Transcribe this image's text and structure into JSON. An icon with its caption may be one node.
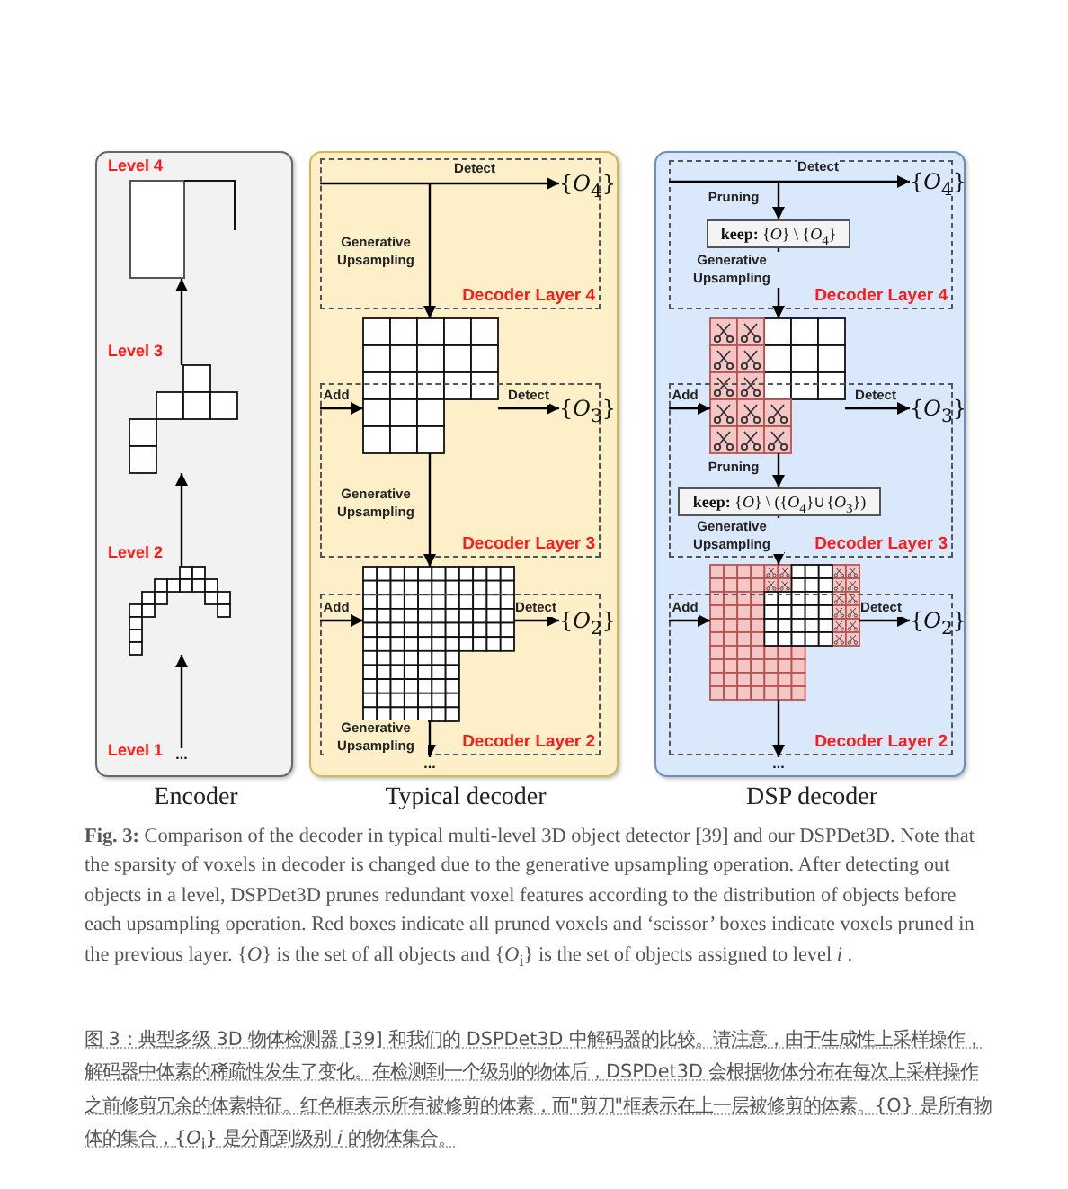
{
  "diagram": {
    "caption": "**Fig. 3:** Comparison of the decoder in typical multi-level 3D object detector [39] and our DSPDet3D. Note that the sparsity of voxels in decoder is changed due to the generative upsampling operation. After detecting out objects in a level, DSPDet3D prunes redundant voxel features according to the distribution of objects before each upsampling operation. Red boxes indicate all pruned voxels and ‘scissor’ boxes indicate voxels pruned in the previous layer. {*O*} is the set of all objects and {*O*$_{i}$} is the set of objects assigned to level *i* .",
    "nodes": [
      {
        "text": [
          "Encoder"
        ]
      },
      {
        "text": [
          "..."
        ],
        "in": 0,
        "beside": [
          "Level 1"
        ]
      },
      {
        "text": [],
        "shape": "picture",
        "in": 0,
        "beside": [
          "Level 2"
        ]
      },
      {
        "text": [],
        "shape": "picture",
        "in": 0,
        "beside": [
          "Level 3"
        ]
      },
      {
        "text": [],
        "shape": "box",
        "in": 0,
        "beside": [
          "Level 4"
        ]
      },
      {
        "text": [
          "Typical decoder"
        ]
      },
      {
        "text": [
          "Decoder Layer 4"
        ],
        "in": 5
      },
      {
        "text": [
          "{*O*$_{4}$}"
        ],
        "in": 6
      },
      {
        "text": [],
        "shape": "picture",
        "in": 5
      },
      {
        "text": [
          "Decoder Layer 3"
        ],
        "in": 5
      },
      {
        "text": [
          "{*O*$_{3}$}"
        ],
        "in": 9
      },
      {
        "text": [],
        "shape": "picture",
        "in": 5
      },
      {
        "text": [
          "Decoder Layer 2"
        ],
        "in": 5
      },
      {
        "text": [
          "{*O*$_{2}$}"
        ],
        "in": 12
      },
      {
        "text": [
          "..."
        ],
        "in": 5
      },
      {
        "text": [
          "DSP decoder"
        ]
      },
      {
        "text": [
          "Decoder Layer 4"
        ],
        "in": 15
      },
      {
        "text": [
          "{*O*$_{4}$}"
        ],
        "in": 16
      },
      {
        "text": [
          "**keep:** {*O*} \\ {*O*$_{4}$}"
        ],
        "in": 16
      },
      {
        "text": [],
        "shape": "picture",
        "in": 15
      },
      {
        "text": [
          "Decoder Layer 3"
        ],
        "in": 15
      },
      {
        "text": [
          "{*O*$_{3}$}"
        ],
        "in": 20
      },
      {
        "text": [
          "**keep:** {*O*} \\ ({*O*$_{4}$}∪{*O*$_{3}$})"
        ],
        "in": 20
      },
      {
        "text": [],
        "shape": "picture",
        "in": 15
      },
      {
        "text": [
          "Decoder Layer 2"
        ],
        "in": 15
      },
      {
        "text": [
          "{*O*$_{2}$}"
        ],
        "in": 24
      },
      {
        "text": [
          "..."
        ],
        "in": 15
      }
    ],
    "edges": [
      {
        "from": 1,
        "to": 2,
        "arrow": "to"
      },
      {
        "from": 2,
        "to": 3,
        "arrow": "to"
      },
      {
        "from": 3,
        "to": 4,
        "arrow": "to"
      },
      {
        "from": null,
        "to": 7,
        "arrow": "to",
        "label": "Detect"
      },
      {
        "from": null,
        "to": 8,
        "arrow": "to",
        "label": "Generative Upsampling"
      },
      {
        "from": 9,
        "to": 8,
        "arrow": "to",
        "label": "Add"
      },
      {
        "from": 8,
        "to": 10,
        "arrow": "to",
        "label": "Detect"
      },
      {
        "from": 8,
        "to": 11,
        "arrow": "to",
        "label": "Generative Upsampling"
      },
      {
        "from": 12,
        "to": 11,
        "arrow": "to",
        "label": "Add"
      },
      {
        "from": 11,
        "to": 13,
        "arrow": "to",
        "label": "Detect"
      },
      {
        "from": 11,
        "to": 14,
        "arrow": "to",
        "label": "Generative Upsampling"
      },
      {
        "from": null,
        "to": 17,
        "arrow": "to",
        "label": "Detect"
      },
      {
        "from": null,
        "to": 18,
        "arrow": "to",
        "label": "Pruning"
      },
      {
        "from": 18,
        "to": 19,
        "arrow": "to",
        "label": "Generative Upsampling"
      },
      {
        "from": 20,
        "to": 19,
        "arrow": "to",
        "label": "Add"
      },
      {
        "from": 19,
        "to": 21,
        "arrow": "to",
        "label": "Detect"
      },
      {
        "from": 19,
        "to": 22,
        "arrow": "to",
        "label": "Pruning"
      },
      {
        "from": 22,
        "to": 23,
        "arrow": "to",
        "label": "Generative Upsampling"
      },
      {
        "from": 24,
        "to": 23,
        "arrow": "to",
        "label": "Add"
      },
      {
        "from": 23,
        "to": 25,
        "arrow": "to",
        "label": "Detect"
      },
      {
        "from": 23,
        "to": 26,
        "arrow": "to"
      }
    ],
    "labels": [
      "图 3：典型多级 3D 物体检测器 [39] 和我们的 DSPDet3D 中解码器的比较。请注意，由于生成性上采样操作，解码器中体素的稀疏性发生了变化。在检测到一个级别的物体后，DSPDet3D 会根据物体分布在每次上采样操作之前修剪冗余的体素特征。红色框表示所有被修剪的体素，而\"剪刀\"框表示在上一层被修剪的体素。{O} 是所有物体的集合，{*O*$_{i}$} 是分配到级别 *i* 的物体集合。"
    ]
  }
}
